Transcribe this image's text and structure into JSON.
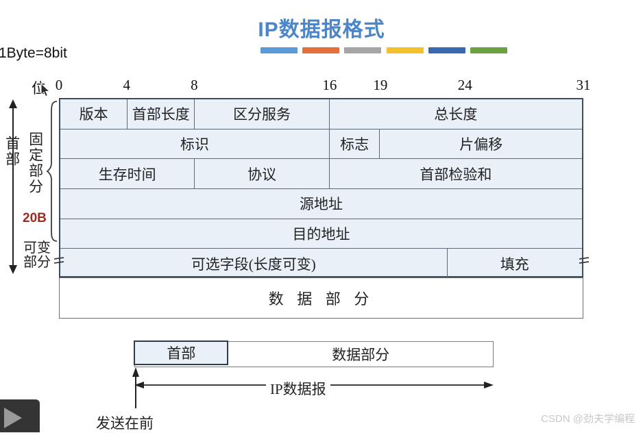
{
  "title": "IP数据报格式",
  "accent_bars": [
    {
      "name": "bar-blue-light",
      "color": "#5b9bd5"
    },
    {
      "name": "bar-orange",
      "color": "#e3703a"
    },
    {
      "name": "bar-gray",
      "color": "#a5a5a5"
    },
    {
      "name": "bar-yellow",
      "color": "#f2c12e"
    },
    {
      "name": "bar-blue-dark",
      "color": "#3b69b0"
    },
    {
      "name": "bar-green",
      "color": "#6aa241"
    }
  ],
  "byte_note": "1Byte=8bit",
  "bit_ruler": {
    "axis_label": "位",
    "ticks": [
      {
        "label": "0",
        "bit": 0
      },
      {
        "label": "4",
        "bit": 4
      },
      {
        "label": "8",
        "bit": 8
      },
      {
        "label": "16",
        "bit": 16
      },
      {
        "label": "19",
        "bit": 19
      },
      {
        "label": "24",
        "bit": 24
      },
      {
        "label": "31",
        "bit": 31
      }
    ]
  },
  "left_labels": {
    "header": "首部",
    "fixed_part": "固定部分",
    "fixed_size": "20B",
    "variable_part_line1": "可变",
    "variable_part_line2": "部分"
  },
  "packet": {
    "rows": [
      {
        "name": "row-version",
        "cells": [
          {
            "label": "版本",
            "start": 0,
            "end": 4
          },
          {
            "label": "首部长度",
            "start": 4,
            "end": 8
          },
          {
            "label": "区分服务",
            "start": 8,
            "end": 16
          },
          {
            "label": "总长度",
            "start": 16,
            "end": 31
          }
        ]
      },
      {
        "name": "row-identification",
        "cells": [
          {
            "label": "标识",
            "start": 0,
            "end": 16
          },
          {
            "label": "标志",
            "start": 16,
            "end": 19
          },
          {
            "label": "片偏移",
            "start": 19,
            "end": 31
          }
        ]
      },
      {
        "name": "row-ttl",
        "cells": [
          {
            "label": "生存时间",
            "start": 0,
            "end": 8
          },
          {
            "label": "协议",
            "start": 8,
            "end": 16
          },
          {
            "label": "首部检验和",
            "start": 16,
            "end": 31
          }
        ]
      },
      {
        "name": "row-source-address",
        "cells": [
          {
            "label": "源地址",
            "start": 0,
            "end": 31
          }
        ]
      },
      {
        "name": "row-destination-address",
        "cells": [
          {
            "label": "目的地址",
            "start": 0,
            "end": 31
          }
        ]
      },
      {
        "name": "row-options",
        "cells": [
          {
            "label": "可选字段(长度可变)",
            "start": 0,
            "end": 23
          },
          {
            "label": "填充",
            "start": 23,
            "end": 31
          }
        ]
      }
    ],
    "data_part": "数 据 部 分"
  },
  "bottom_strip": {
    "header": "首部",
    "data": "数据部分"
  },
  "bottom_labels": {
    "send_first": "发送在前",
    "ip_datagram": "IP数据报"
  },
  "watermark": "CSDN @劲夫学编程",
  "colors": {
    "title": "#4a86c8",
    "cell_fill": "#e9f0f8",
    "cell_border": "#5a6878",
    "outer_border": "#3d4b5c",
    "accent_red": "#9c2b20"
  }
}
